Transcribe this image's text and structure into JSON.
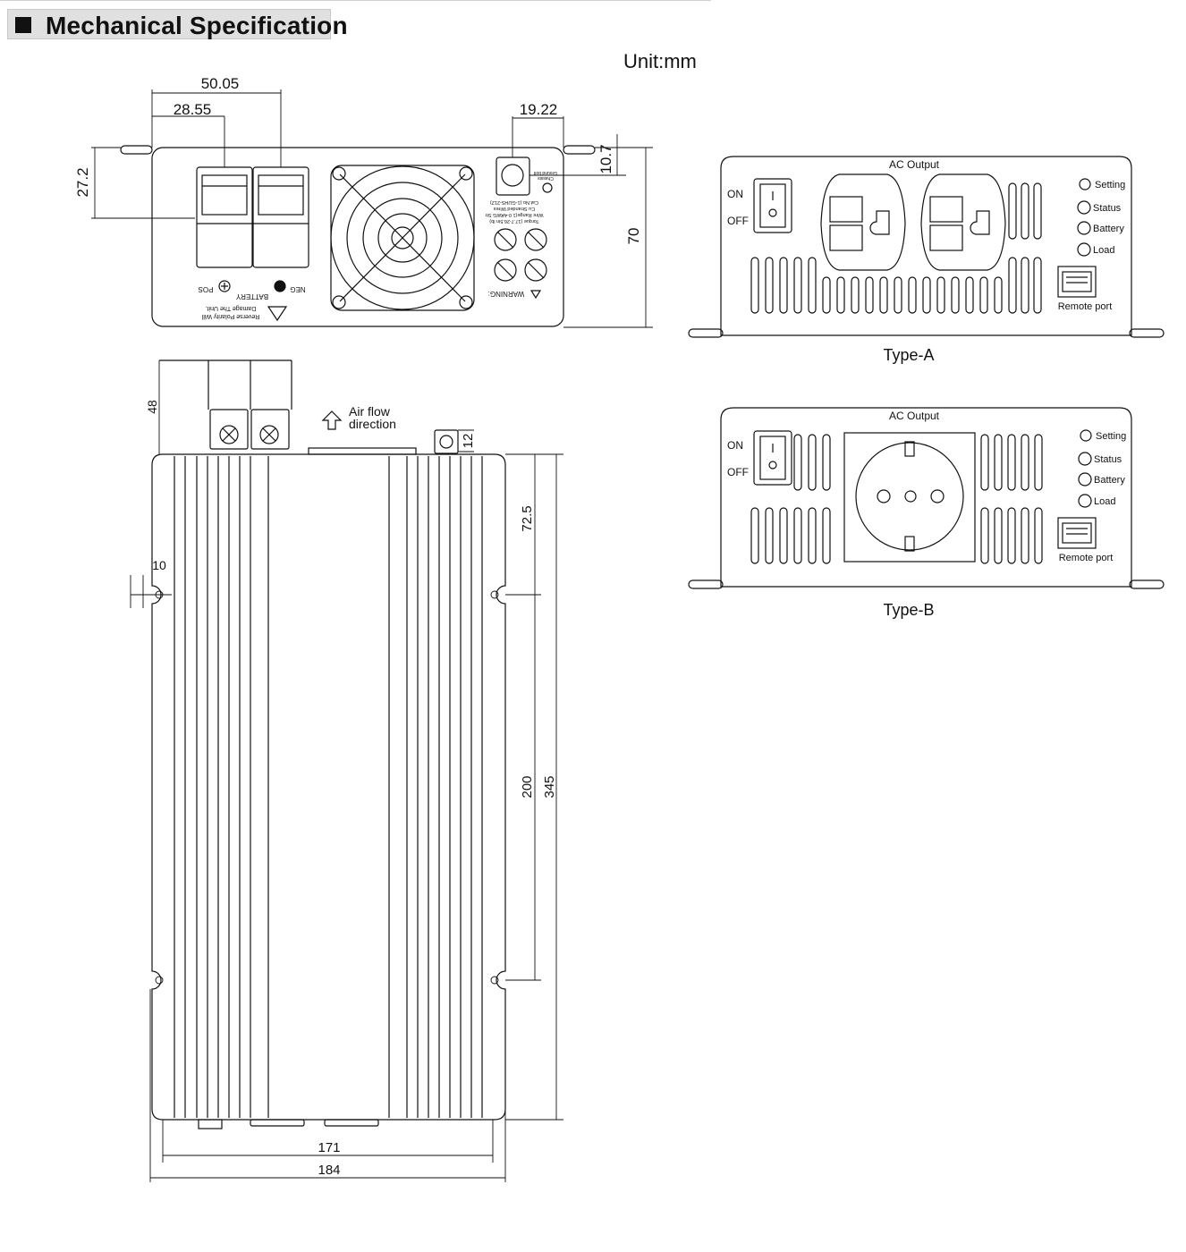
{
  "header": {
    "title": "Mechanical Specification",
    "unit": "Unit:mm"
  },
  "front_view": {
    "dimensions": {
      "d1": "50.05",
      "d2": "28.55",
      "d3": "19.22",
      "d4": "10.7",
      "d5": "27.2",
      "d6": "70"
    },
    "labels": {
      "pos": "POS",
      "neg": "NEG",
      "battery": "BATTERY",
      "reverse_1": "Reverse Polarity Will",
      "reverse_2": "Damage The Unit.",
      "warning": "WARNING:",
      "chassis_1": "Chassis",
      "chassis_2": "Ground bolt",
      "spec_1": "Cat.No.(1-GUHS-212)",
      "spec_2": "Cu Stranded Wires",
      "spec_3": "Wire Range(1 0-4AWG Str",
      "spec_4": "Torque (17.7-26.5in lb)"
    }
  },
  "top_view": {
    "dimensions": {
      "d48": "48",
      "d12": "12",
      "d72": "72.5",
      "d200": "200",
      "d345": "345",
      "d10": "10",
      "d171": "171",
      "d184": "184"
    },
    "airflow_1": "Air flow",
    "airflow_2": "direction"
  },
  "type_a": {
    "caption": "Type-A",
    "ac_output": "AC Output",
    "on": "ON",
    "off": "OFF",
    "indicators": [
      "Setting",
      "Status",
      "Battery",
      "Load"
    ],
    "remote": "Remote port"
  },
  "type_b": {
    "caption": "Type-B",
    "ac_output": "AC Output",
    "on": "ON",
    "off": "OFF",
    "indicators": [
      "Setting",
      "Status",
      "Battery",
      "Load"
    ],
    "remote": "Remote port"
  }
}
